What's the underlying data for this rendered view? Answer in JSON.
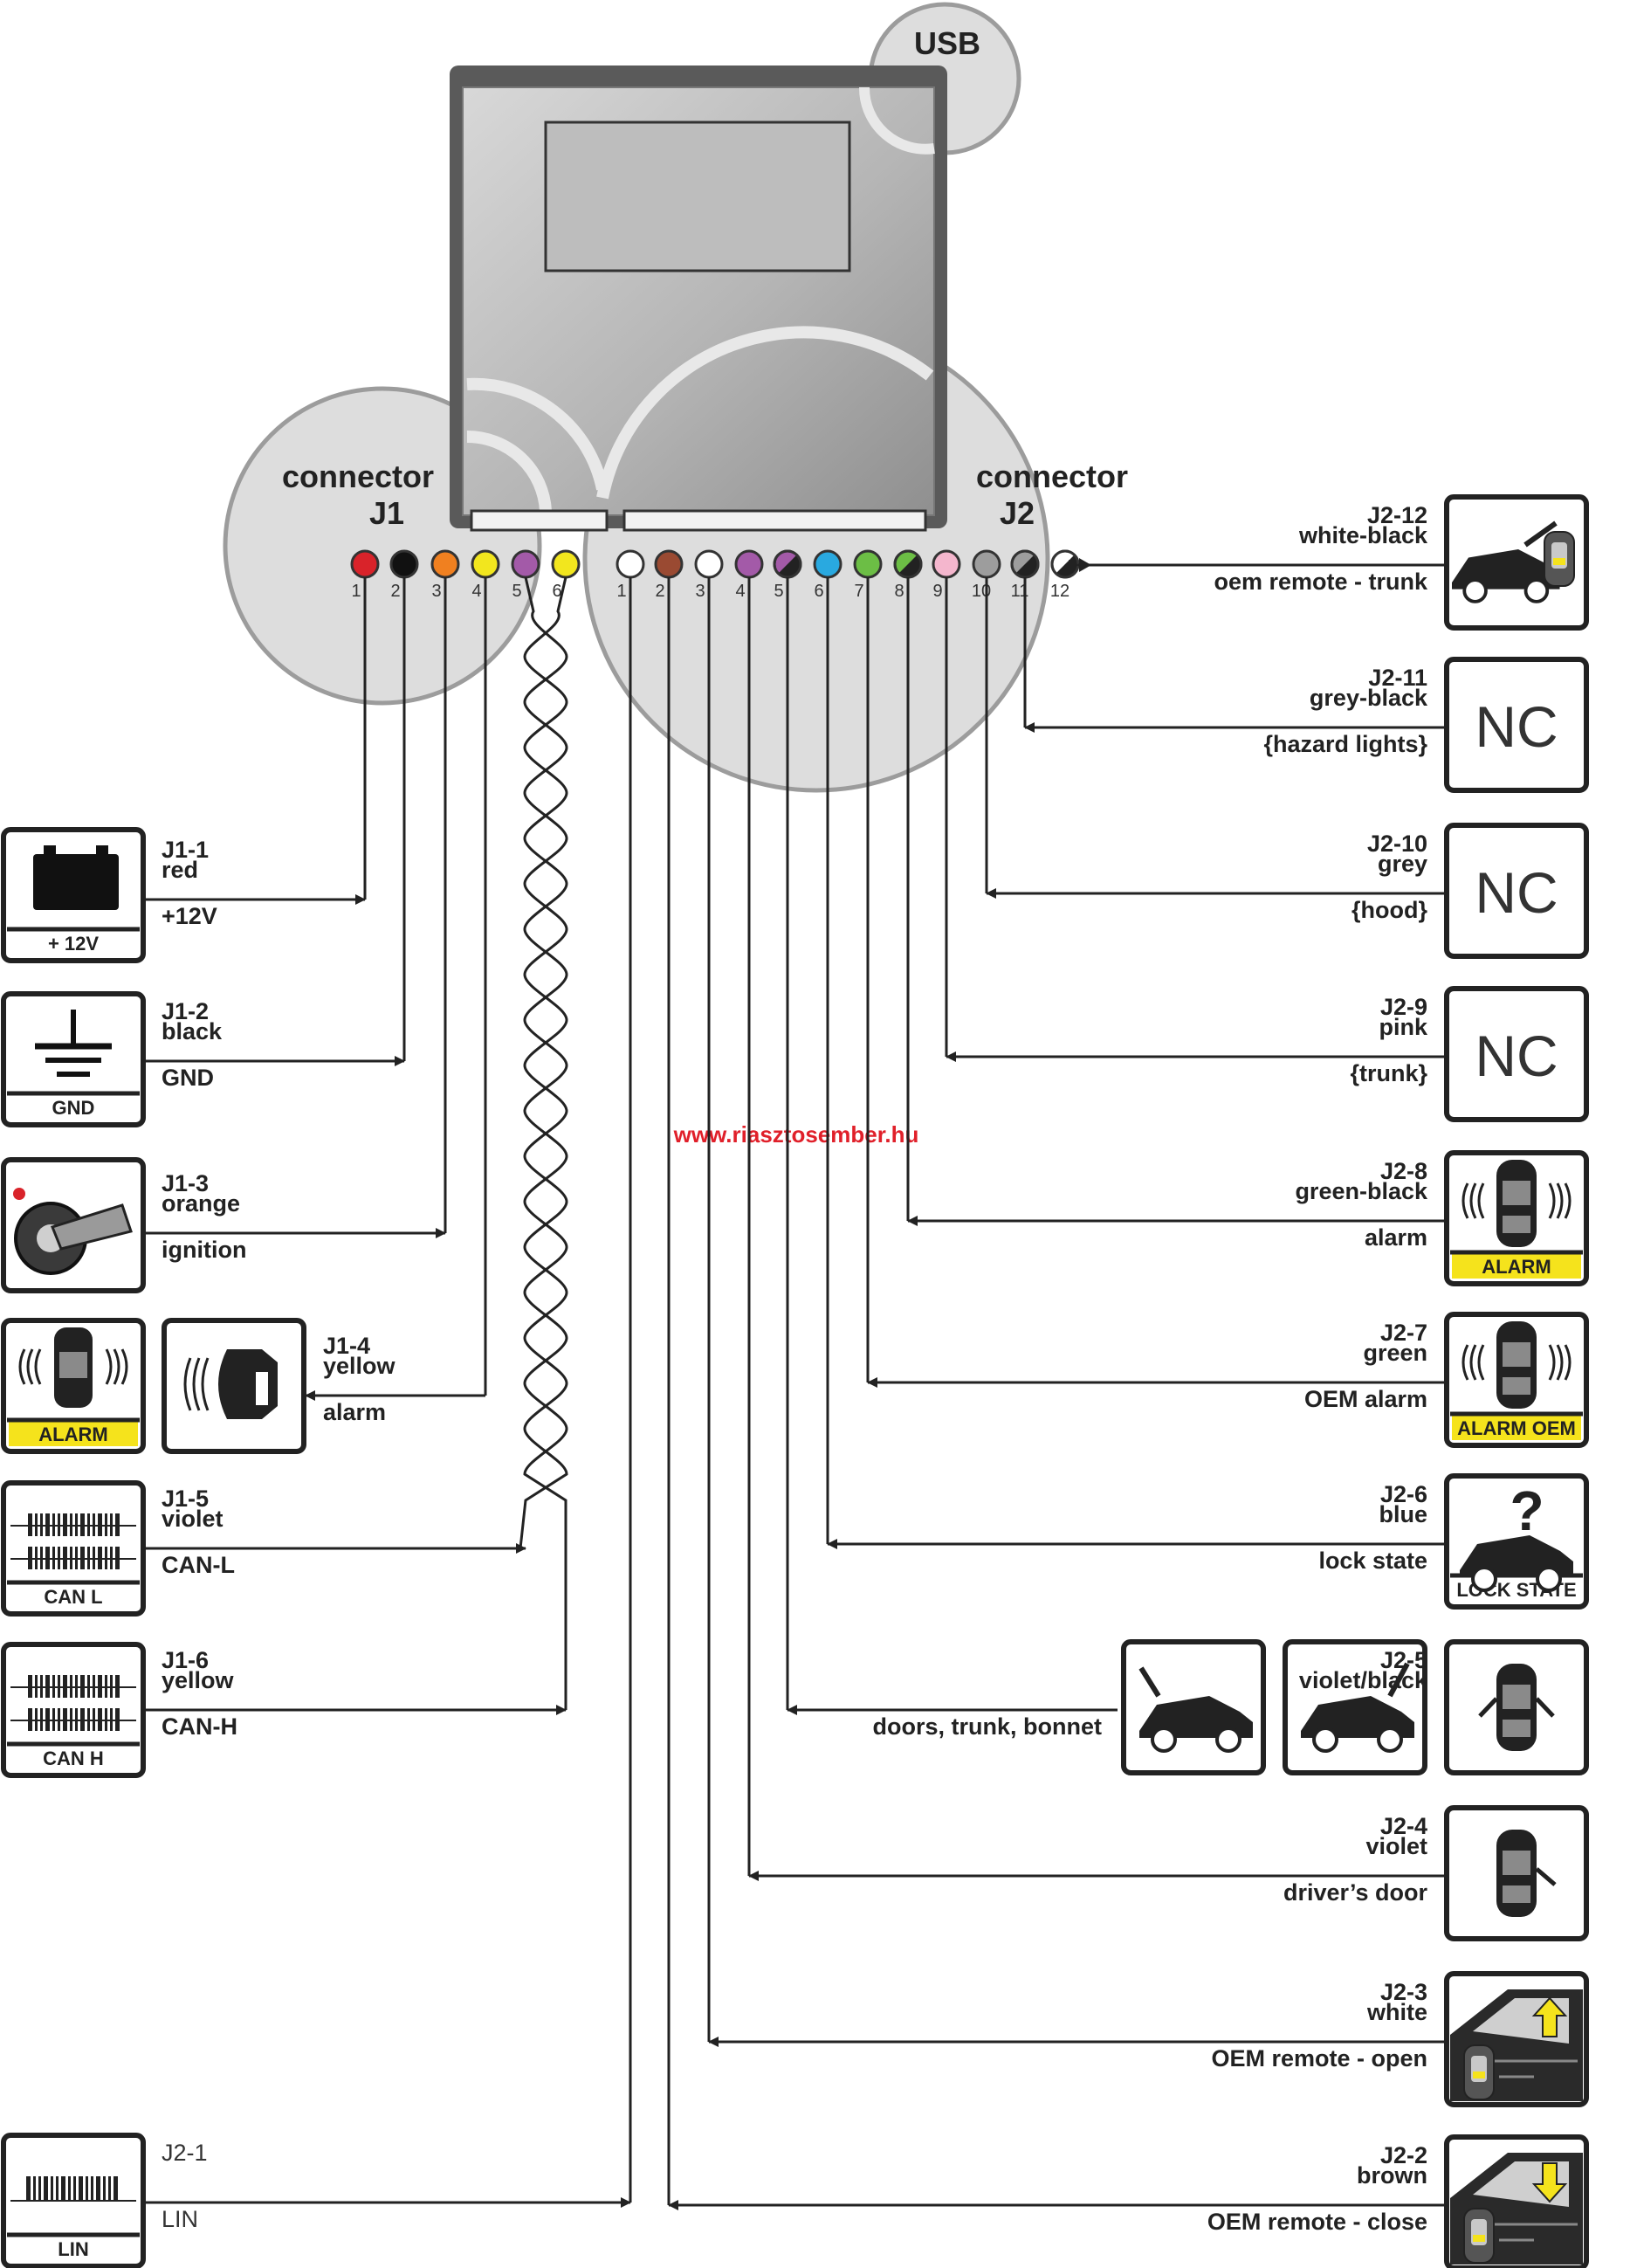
{
  "module": {
    "usb_label": "USB",
    "j1_label": "connector J1",
    "j1_line1": "connector",
    "j1_line2": "J1",
    "j2_line1": "connector",
    "j2_line2": "J2"
  },
  "watermark": "www.riasztosember.hu",
  "pin_colors": {
    "j1": [
      "#d9232a",
      "#111111",
      "#f08020",
      "#f2e61e",
      "#a35aa8",
      "#f2e61e"
    ],
    "j2": [
      "#ffffff",
      "#9a4a32",
      "#ffffff",
      "#a35aa8",
      "#a35aa8|#222",
      "#29a9e0",
      "#6cbe45",
      "#6cbe45|#222",
      "#f4b6cd",
      "#9d9d9d",
      "#9d9d9d|#222",
      "#ffffff|#222"
    ]
  },
  "j1_pin_numbers": [
    "1",
    "2",
    "3",
    "4",
    "5",
    "6"
  ],
  "j2_pin_numbers": [
    "1",
    "2",
    "3",
    "4",
    "5",
    "6",
    "7",
    "8",
    "9",
    "10",
    "11",
    "12"
  ],
  "left": [
    {
      "id": "J1-1",
      "color": "red",
      "func": "+12V",
      "icon": "battery-icon",
      "caption": "+ 12V"
    },
    {
      "id": "J1-2",
      "color": "black",
      "func": "GND",
      "icon": "ground-icon",
      "caption": "GND"
    },
    {
      "id": "J1-3",
      "color": "orange",
      "func": "ignition",
      "icon": "ignition-key-icon",
      "caption": ""
    },
    {
      "id": "J1-4",
      "color": "yellow",
      "func": "alarm",
      "icon": "siren-icon",
      "caption": "ALARM"
    },
    {
      "id": "J1-5",
      "color": "violet",
      "func": "CAN-L",
      "icon": "can-bus-icon",
      "caption": "CAN L"
    },
    {
      "id": "J1-6",
      "color": "yellow",
      "func": "CAN-H",
      "icon": "can-bus-icon",
      "caption": "CAN H"
    },
    {
      "id": "J2-1",
      "color": "",
      "func": "LIN",
      "icon": "lin-bus-icon",
      "caption": "LIN"
    }
  ],
  "right": [
    {
      "id": "J2-12",
      "color": "white-black",
      "func": "oem remote - trunk",
      "icon": "car-trunk-remote-icon",
      "caption": ""
    },
    {
      "id": "J2-11",
      "color": "grey-black",
      "func": "{hazard lights}",
      "icon": "nc-icon",
      "caption": "NC"
    },
    {
      "id": "J2-10",
      "color": "grey",
      "func": "{hood}",
      "icon": "nc-icon",
      "caption": "NC"
    },
    {
      "id": "J2-9",
      "color": "pink",
      "func": "{trunk}",
      "icon": "nc-icon",
      "caption": "NC"
    },
    {
      "id": "J2-8",
      "color": "green-black",
      "func": "alarm",
      "icon": "car-alarm-icon",
      "caption": "ALARM"
    },
    {
      "id": "J2-7",
      "color": "green",
      "func": "OEM alarm",
      "icon": "car-alarm-icon",
      "caption": "ALARM OEM"
    },
    {
      "id": "J2-6",
      "color": "blue",
      "func": "lock state",
      "icon": "lock-state-icon",
      "caption": "LOCK STATE"
    },
    {
      "id": "J2-5",
      "color": "violet/black",
      "func": "doors, trunk, bonnet",
      "icon": "car-doors-icon",
      "caption": ""
    },
    {
      "id": "J2-4",
      "color": "violet",
      "func": "driver’s door",
      "icon": "driver-door-icon",
      "caption": ""
    },
    {
      "id": "J2-3",
      "color": "white",
      "func": "OEM remote - open",
      "icon": "window-up-icon",
      "caption": ""
    },
    {
      "id": "J2-2",
      "color": "brown",
      "func": "OEM remote - close",
      "icon": "window-down-icon",
      "caption": ""
    }
  ]
}
